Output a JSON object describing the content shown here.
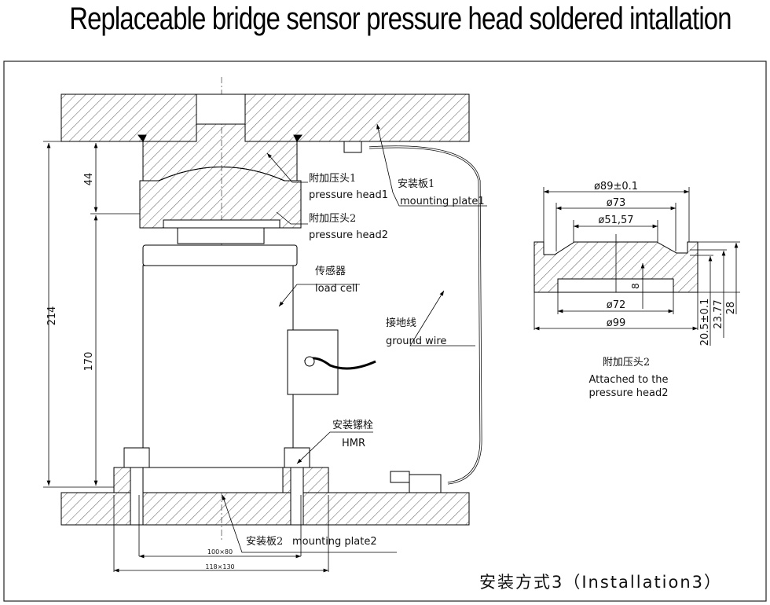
{
  "title": "Replaceable bridge sensor pressure head soldered intallation",
  "labels": {
    "mounting_plate1_cn": "安装板1",
    "mounting_plate1_en": "mounting plate1",
    "pressure_head1_cn": "附加压头1",
    "pressure_head1_en": "pressure head1",
    "pressure_head2_cn": "附加压头2",
    "pressure_head2_en": "pressure head2",
    "load_cell_cn": "传感器",
    "load_cell_en": "load cell",
    "ground_wire_cn": "接地线",
    "ground_wire_en": "ground wire",
    "hmr_cn": "安装镙栓",
    "hmr_en": "HMR",
    "mounting_plate2_cn": "安装板2",
    "mounting_plate2_en": "mounting plate2"
  },
  "dimensions": {
    "total_height": "214",
    "head_height": "44",
    "cell_height": "170",
    "inner_plate": "100×80",
    "outer_plate": "118×130"
  },
  "detail": {
    "d1": "ø89±0.1",
    "d2": "ø73",
    "d3": "ø51,57",
    "d4": "ø72",
    "d5": "ø99",
    "depth": "8",
    "h1": "20.5±0.1",
    "h2": "23.77",
    "h3": "28",
    "caption_cn": "附加压头2",
    "caption_en1": "Attached to the",
    "caption_en2": "pressure head2"
  },
  "footer": "安装方式3（Installation3）"
}
